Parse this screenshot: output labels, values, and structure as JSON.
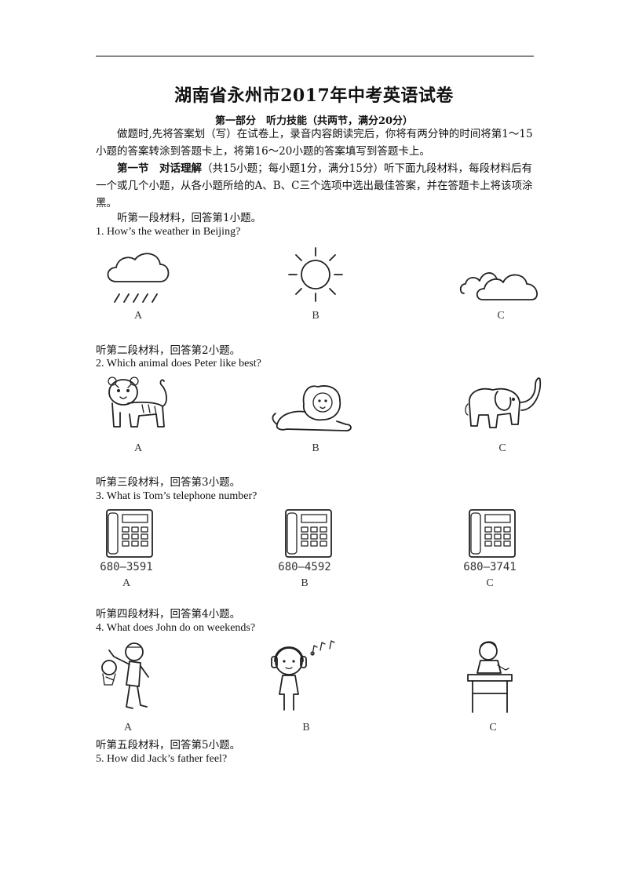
{
  "header": {
    "title": "湖南省永州市2017年中考英语试卷",
    "part": "第一部分　听力技能（共两节，满分20分）"
  },
  "intro": "做题时,先将答案划（写）在试卷上，录音内容朗读完后，你将有两分钟的时间将第1～15小题的答案转涂到答题卡上，将第16～20小题的答案填写到答题卡上。",
  "section1": {
    "heading": "第一节　对话理解",
    "text": "（共15小题；每小题1分，满分15分）听下面九段材料，每段材料后有一个或几个小题，从各小题所给的A、B、C三个选项中选出最佳答案，并在答题卡上将该项涂黑。"
  },
  "questions": [
    {
      "instruction": "听第一段材料，回答第1小题。",
      "question": "1. How’s the weather in Beijing?",
      "options": [
        {
          "letter": "A",
          "icon": "rain-cloud-icon"
        },
        {
          "letter": "B",
          "icon": "sun-icon"
        },
        {
          "letter": "C",
          "icon": "clouds-icon"
        }
      ]
    },
    {
      "instruction": "听第二段材料，回答第2小题。",
      "question": "2. Which animal does Peter like best?",
      "options": [
        {
          "letter": "A",
          "icon": "tiger-icon"
        },
        {
          "letter": "B",
          "icon": "lion-icon"
        },
        {
          "letter": "C",
          "icon": "elephant-icon"
        }
      ]
    },
    {
      "instruction": "听第三段材料，回答第3小题。",
      "question": "3. What is Tom’s telephone number?",
      "options": [
        {
          "letter": "A",
          "icon": "telephone-icon",
          "number": "680–3591"
        },
        {
          "letter": "B",
          "icon": "telephone-icon",
          "number": "680–4592"
        },
        {
          "letter": "C",
          "icon": "telephone-icon",
          "number": "680–3741"
        }
      ]
    },
    {
      "instruction": "听第四段材料，回答第4小题。",
      "question": "4. What does John do on weekends?",
      "options": [
        {
          "letter": "A",
          "icon": "basketball-player-icon"
        },
        {
          "letter": "B",
          "icon": "listening-music-icon"
        },
        {
          "letter": "C",
          "icon": "studying-at-desk-icon"
        }
      ]
    },
    {
      "instruction": "听第五段材料，回答第5小题。",
      "question": "5. How did Jack’s father feel?"
    }
  ]
}
